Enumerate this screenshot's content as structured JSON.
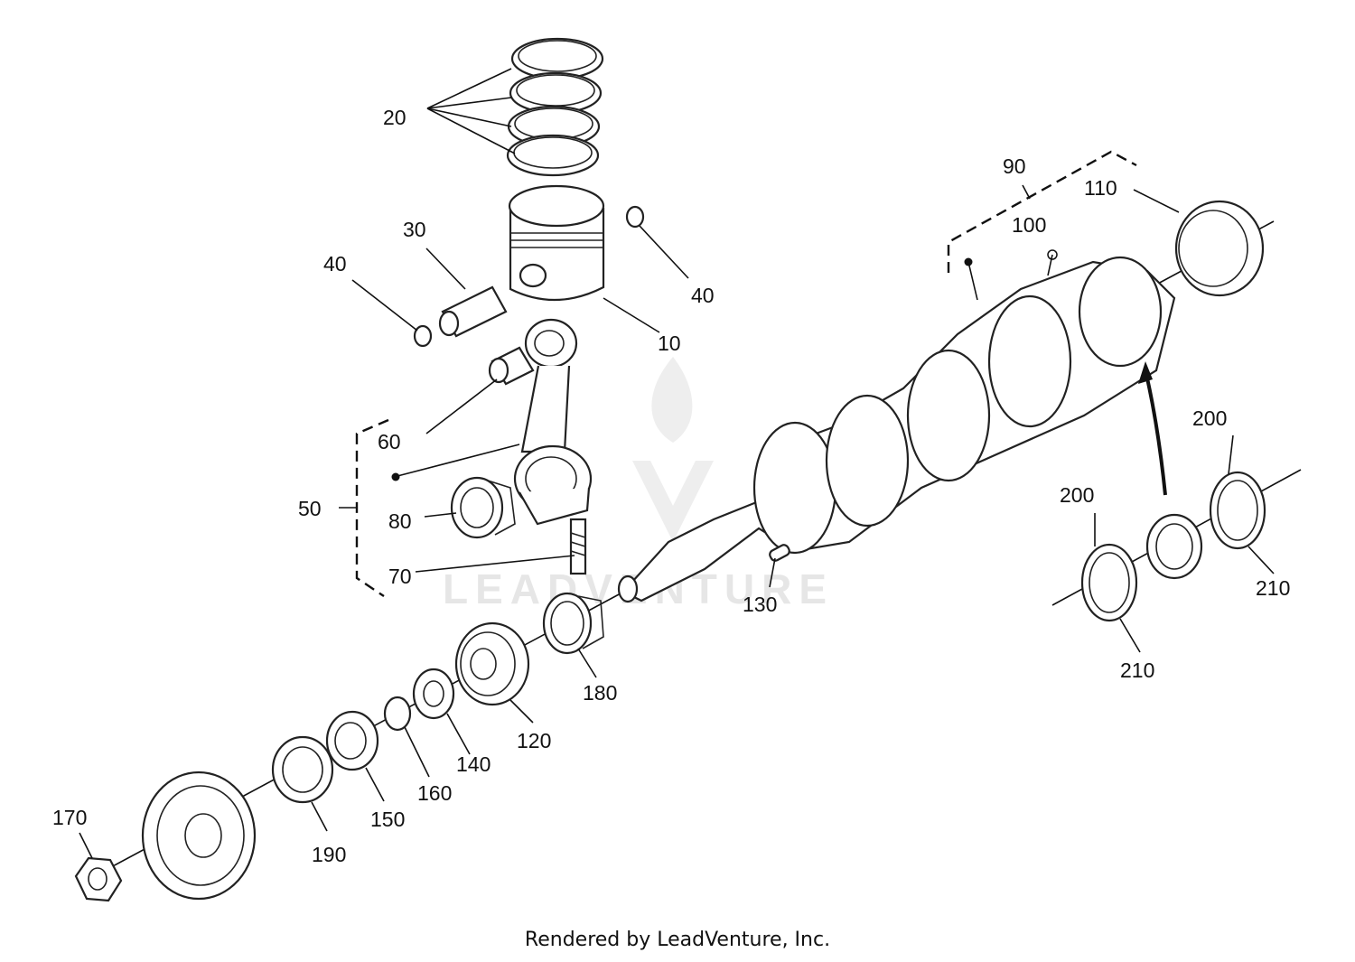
{
  "callouts": {
    "c10": "10",
    "c20": "20",
    "c30": "30",
    "c40a": "40",
    "c40b": "40",
    "c50": "50",
    "c60": "60",
    "c70": "70",
    "c80": "80",
    "c90": "90",
    "c100": "100",
    "c110": "110",
    "c120": "120",
    "c130": "130",
    "c140": "140",
    "c150": "150",
    "c160": "160",
    "c170": "170",
    "c180": "180",
    "c190": "190",
    "c200a": "200",
    "c200b": "200",
    "c210a": "210",
    "c210b": "210"
  },
  "watermark": {
    "brand": "LEADVENTURE"
  },
  "footer": {
    "text": "Rendered by LeadVenture, Inc."
  }
}
